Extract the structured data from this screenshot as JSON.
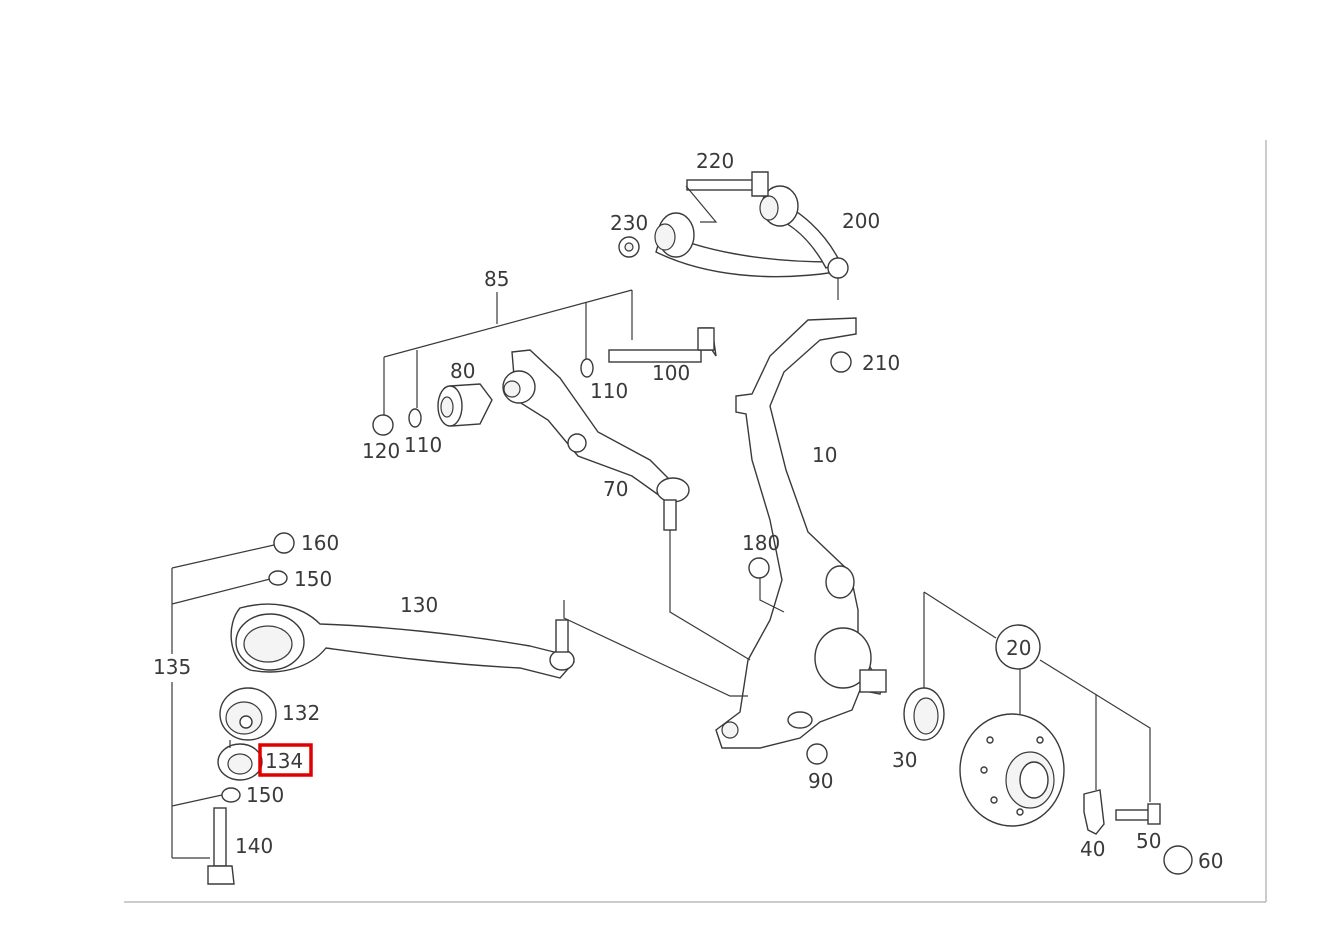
{
  "highlight_color": "#e00000",
  "highlighted_part": "134",
  "callouts": {
    "p220": "220",
    "p230": "230",
    "p200": "200",
    "p85": "85",
    "p80": "80",
    "p110a": "110",
    "p100": "100",
    "p120": "120",
    "p110b": "110",
    "p70": "70",
    "p210": "210",
    "p10": "10",
    "p160": "160",
    "p150a": "150",
    "p130": "130",
    "p135": "135",
    "p132": "132",
    "p134": "134",
    "p150b": "150",
    "p140": "140",
    "p180": "180",
    "p90": "90",
    "p20": "20",
    "p30": "30",
    "p40": "40",
    "p50": "50",
    "p60": "60"
  }
}
